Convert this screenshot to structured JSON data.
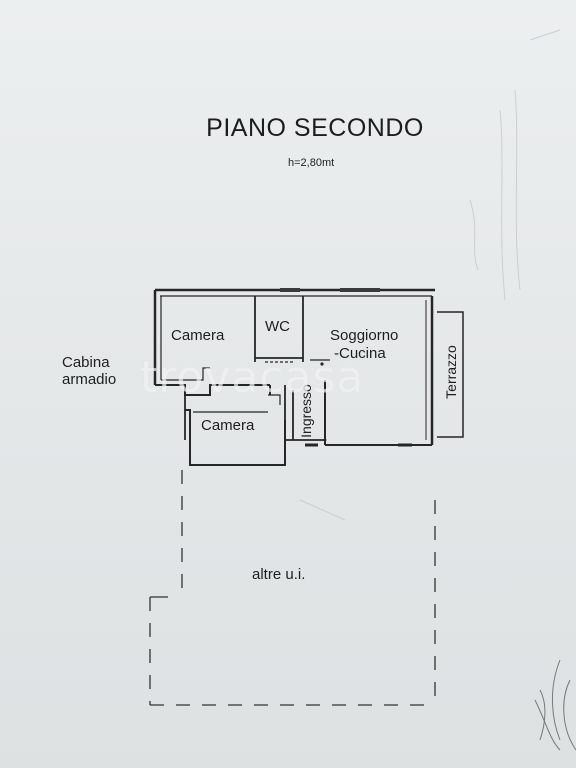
{
  "title": "PIANO SECONDO",
  "height_note": "h=2,80mt",
  "rooms": {
    "camera_top": "Camera",
    "wc": "WC",
    "soggiorno_line1": "Soggiorno",
    "soggiorno_line2": "-Cucina",
    "cabina_line1": "Cabina",
    "cabina_line2": "armadio",
    "camera_bottom": "Camera",
    "ingresso": "Ingresso",
    "terrazzo": "Terrazzo",
    "altre": "altre u.i."
  },
  "watermark": "trovacasa"
}
